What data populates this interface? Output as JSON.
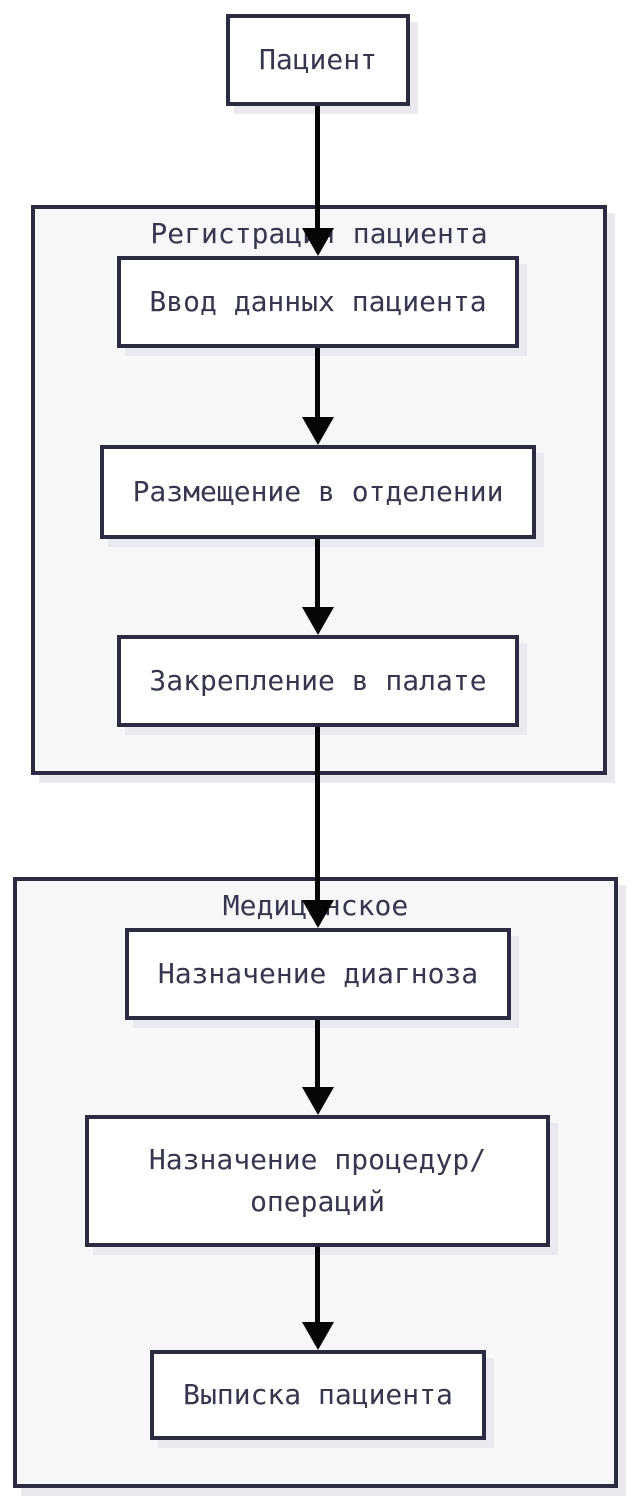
{
  "colors": {
    "background": "#ffffff",
    "node_fill": "#ffffff",
    "group_fill": "#f7f7fa",
    "border": "#2b2b42",
    "text": "#36364f",
    "shadow": "#e9e9ef",
    "arrow": "#060606"
  },
  "flowchart": {
    "type": "flowchart-top-down",
    "start_node": {
      "label": "Пациент"
    },
    "groups": [
      {
        "label": "Регистрация пациента",
        "steps": [
          {
            "label": "Ввод данных пациента"
          },
          {
            "label": "Размещение в отделении"
          },
          {
            "label": "Закрепление в палате"
          }
        ]
      },
      {
        "label": "Медицинское",
        "steps": [
          {
            "label": "Назначение диагноза"
          },
          {
            "label": "Назначение процедур/\nопераций"
          },
          {
            "label": "Выписка пациента"
          }
        ]
      }
    ],
    "edges": [
      "Пациент -> Ввод данных пациента",
      "Ввод данных пациента -> Размещение в отделении",
      "Размещение в отделении -> Закрепление в палате",
      "Закрепление в палате -> Назначение диагноза",
      "Назначение диагноза -> Назначение процедур/операций",
      "Назначение процедур/операций -> Выписка пациента"
    ]
  }
}
